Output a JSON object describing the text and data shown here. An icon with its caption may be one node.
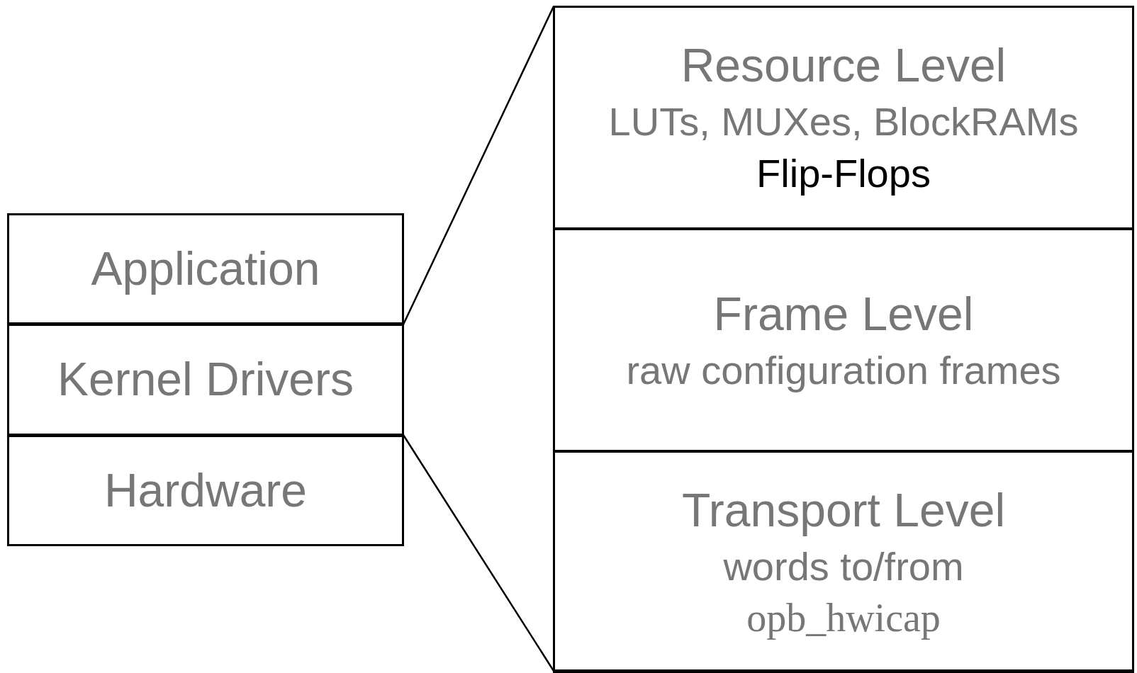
{
  "diagram": {
    "nodes": [
      {
        "text": [
          "Application"
        ]
      },
      {
        "text": [
          "Kernel Drivers"
        ]
      },
      {
        "text": [
          "Hardware"
        ]
      },
      {
        "text": [],
        "shape": "box"
      },
      {
        "text": [
          "Resource Level",
          "LUTs, MUXes, BlockRAMs",
          "Flip-Flops"
        ],
        "in": 3
      },
      {
        "text": [
          "Frame Level",
          "raw configuration frames"
        ],
        "in": 3
      },
      {
        "text": [
          "Transport Level",
          "words to/from",
          "opb_hwicap"
        ],
        "in": 3
      }
    ],
    "edges": [
      {
        "from": 1,
        "to": 3,
        "arrow": "none"
      },
      {
        "from": 1,
        "to": 3,
        "arrow": "none"
      }
    ]
  }
}
